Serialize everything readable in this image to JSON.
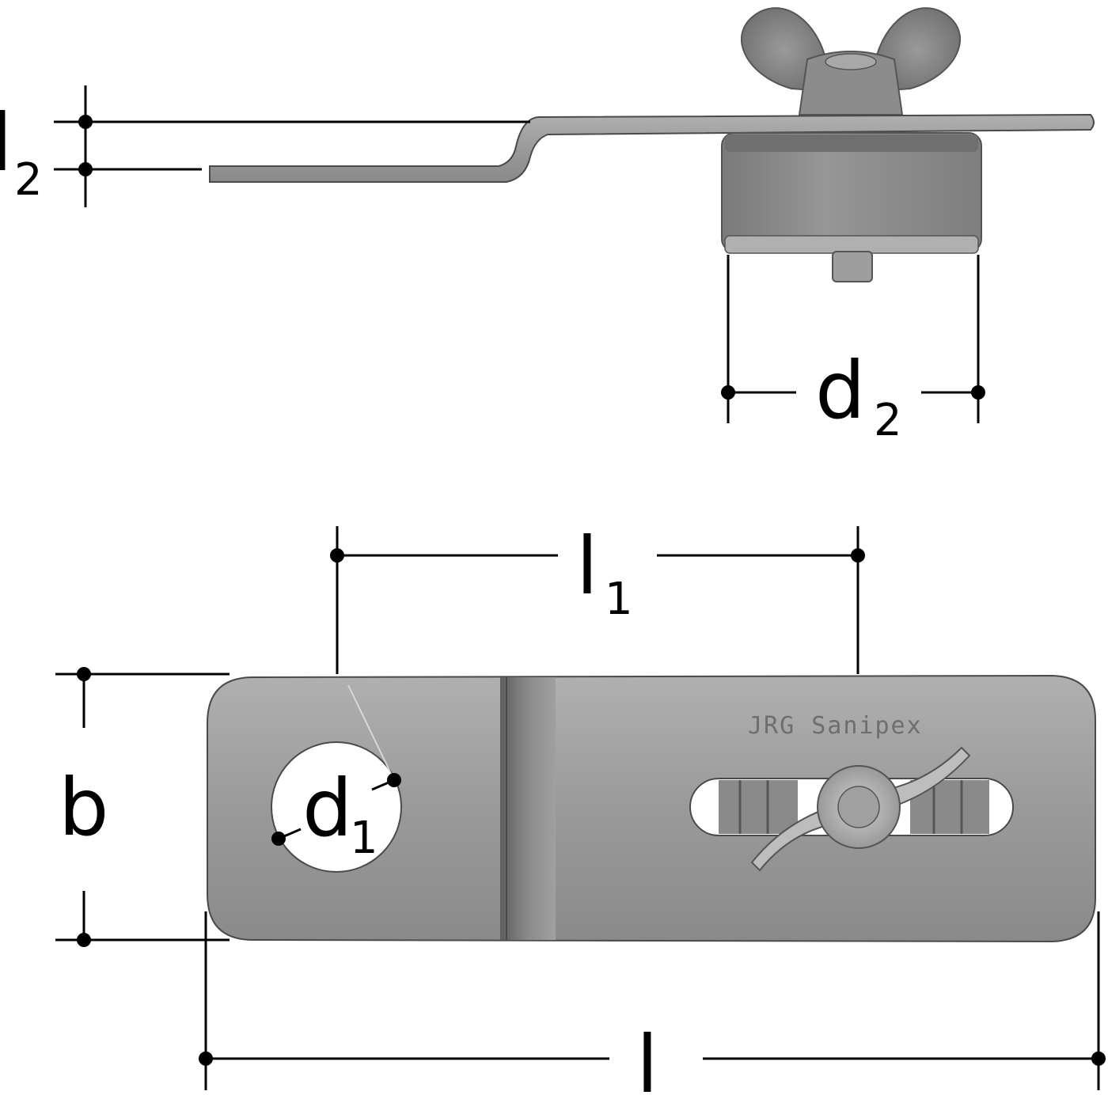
{
  "labels": {
    "l2": {
      "main": "l",
      "sub": "2"
    },
    "d2": {
      "main": "d",
      "sub": "2"
    },
    "l1": {
      "main": "l",
      "sub": "1"
    },
    "b": {
      "main": "b"
    },
    "d1": {
      "main": "d",
      "sub": "1"
    },
    "l": {
      "main": "l"
    }
  },
  "engraving": "JRG Sanipex",
  "colors": {
    "line": "#000000",
    "metal": "#9a9a9a",
    "metal_dark": "#6b6b6b",
    "metal_light": "#c2c2c2",
    "rubber": "#8c8c8c"
  }
}
